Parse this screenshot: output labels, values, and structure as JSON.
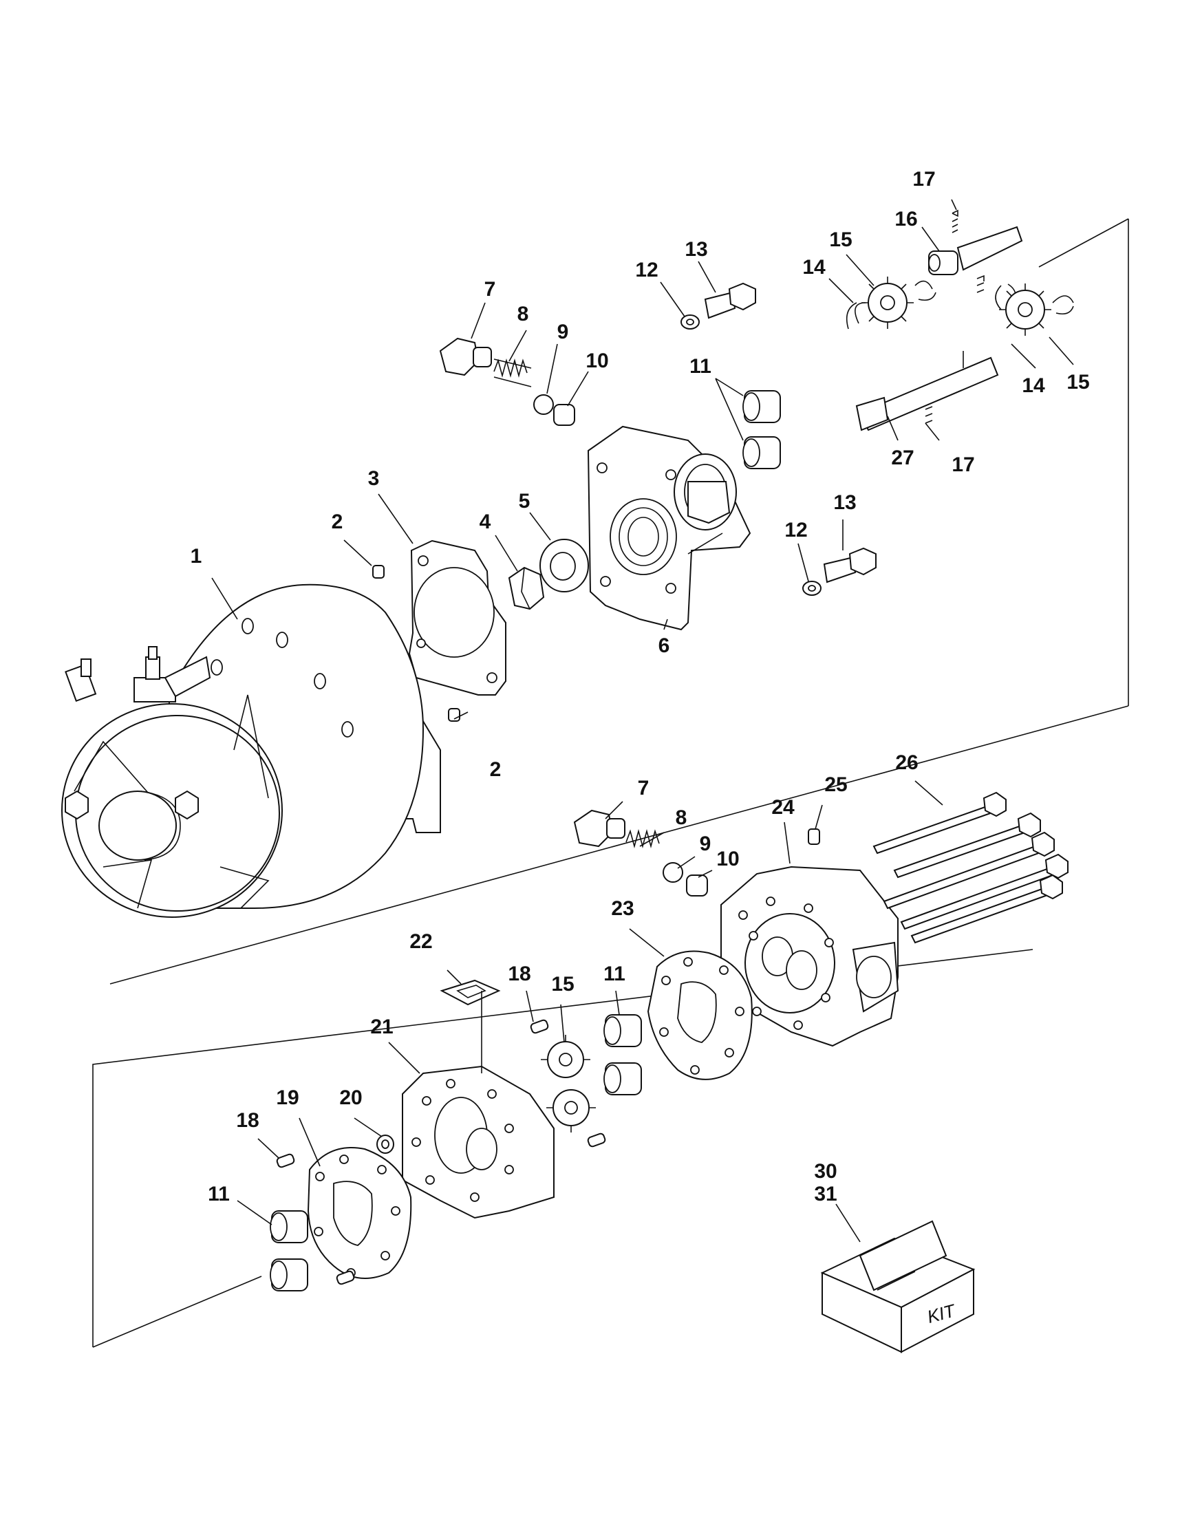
{
  "callouts": [
    {
      "id": "c1",
      "text": "1"
    },
    {
      "id": "c2a",
      "text": "2"
    },
    {
      "id": "c2b",
      "text": "2"
    },
    {
      "id": "c3",
      "text": "3"
    },
    {
      "id": "c4",
      "text": "4"
    },
    {
      "id": "c5",
      "text": "5"
    },
    {
      "id": "c6",
      "text": "6"
    },
    {
      "id": "c7a",
      "text": "7"
    },
    {
      "id": "c8a",
      "text": "8"
    },
    {
      "id": "c9a",
      "text": "9"
    },
    {
      "id": "c10a",
      "text": "10"
    },
    {
      "id": "c11a",
      "text": "11"
    },
    {
      "id": "c12a",
      "text": "12"
    },
    {
      "id": "c13a",
      "text": "13"
    },
    {
      "id": "c12b",
      "text": "12"
    },
    {
      "id": "c13b",
      "text": "13"
    },
    {
      "id": "c14a",
      "text": "14"
    },
    {
      "id": "c15a",
      "text": "15"
    },
    {
      "id": "c16",
      "text": "16"
    },
    {
      "id": "c17a",
      "text": "17"
    },
    {
      "id": "c14b",
      "text": "14"
    },
    {
      "id": "c15b",
      "text": "15"
    },
    {
      "id": "c17b",
      "text": "17"
    },
    {
      "id": "c27",
      "text": "27"
    },
    {
      "id": "c7b",
      "text": "7"
    },
    {
      "id": "c8b",
      "text": "8"
    },
    {
      "id": "c9b",
      "text": "9"
    },
    {
      "id": "c10b",
      "text": "10"
    },
    {
      "id": "c24",
      "text": "24"
    },
    {
      "id": "c25",
      "text": "25"
    },
    {
      "id": "c26",
      "text": "26"
    },
    {
      "id": "c23",
      "text": "23"
    },
    {
      "id": "c22",
      "text": "22"
    },
    {
      "id": "c18a",
      "text": "18"
    },
    {
      "id": "c15c",
      "text": "15"
    },
    {
      "id": "c11b",
      "text": "11"
    },
    {
      "id": "c21",
      "text": "21"
    },
    {
      "id": "c19",
      "text": "19"
    },
    {
      "id": "c20",
      "text": "20"
    },
    {
      "id": "c18b",
      "text": "18"
    },
    {
      "id": "c11c",
      "text": "11"
    },
    {
      "id": "c30",
      "text": "30"
    },
    {
      "id": "c31",
      "text": "31"
    }
  ],
  "kit_box": {
    "label": "KIT"
  }
}
